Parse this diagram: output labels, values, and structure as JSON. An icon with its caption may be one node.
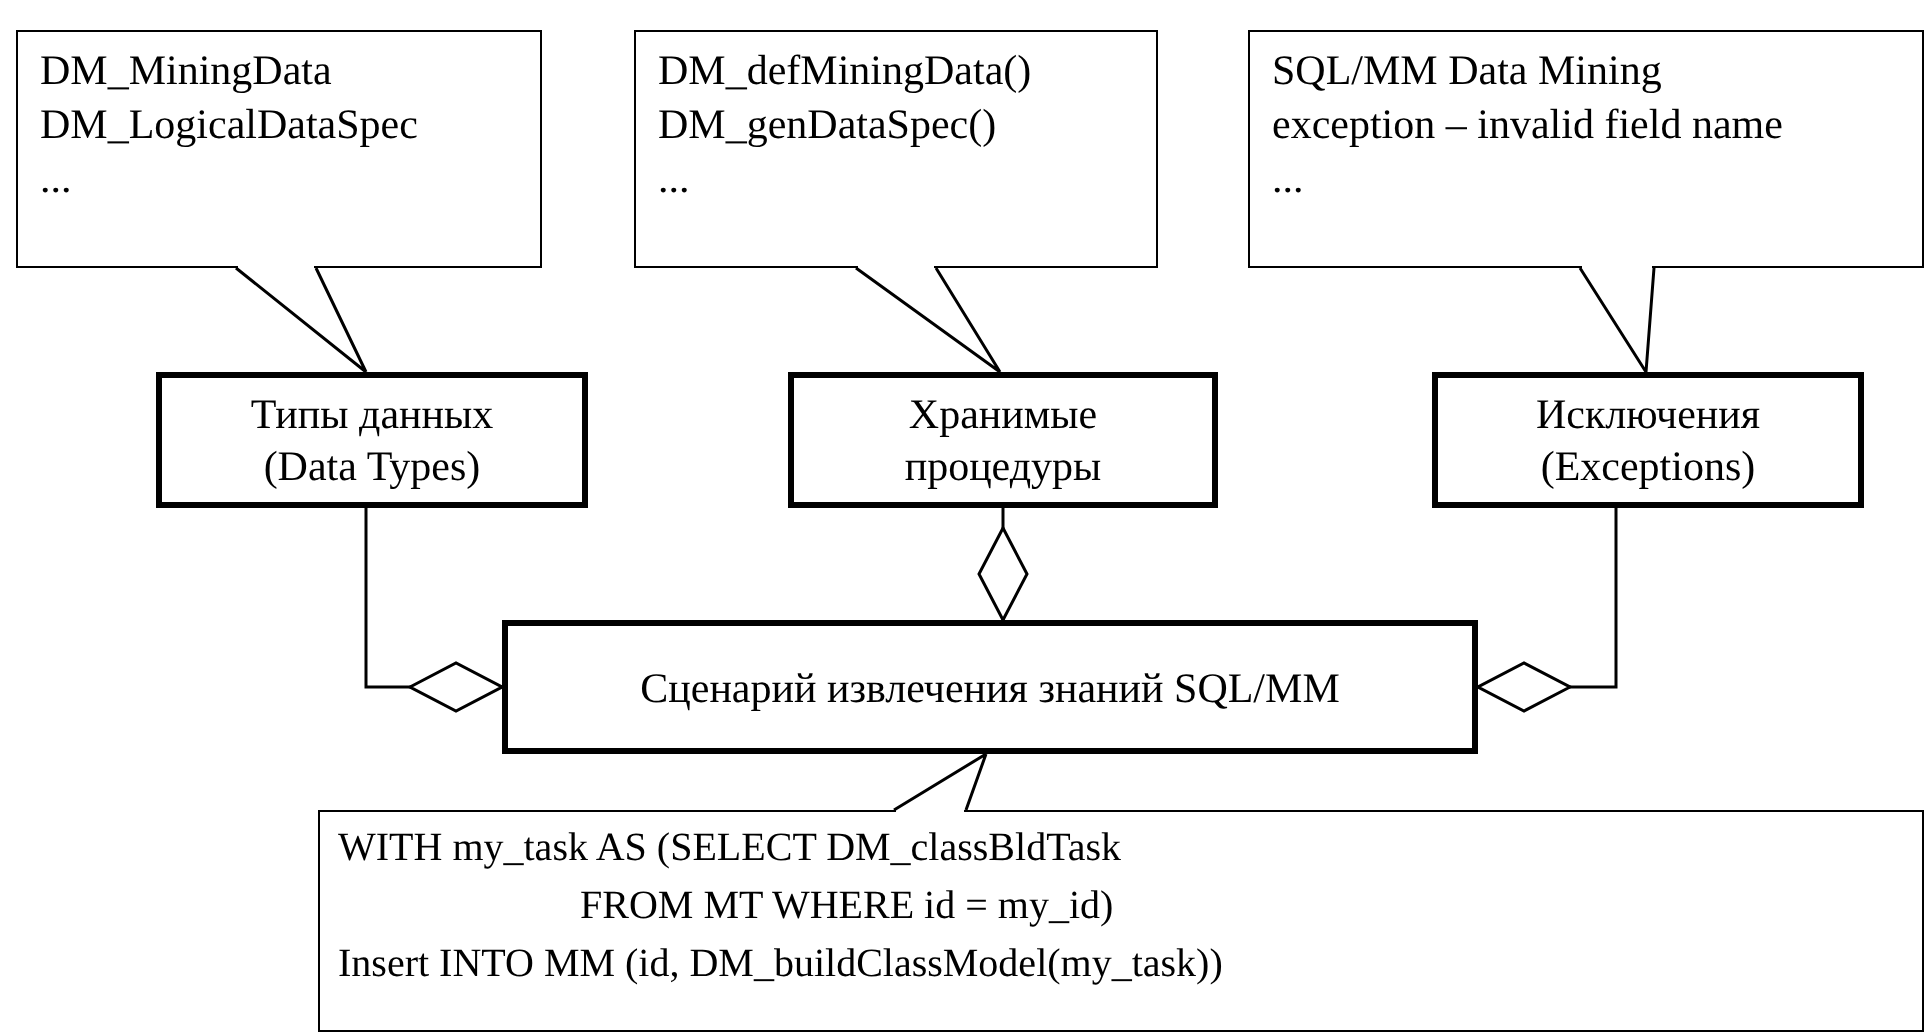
{
  "diagram": {
    "nodes": [
      {
        "text": [
          "DM_MiningData",
          "DM_LogicalDataSpec",
          "..."
        ]
      },
      {
        "text": [
          "DM_defMiningData()",
          "DM_genDataSpec()",
          "..."
        ]
      },
      {
        "text": [
          "SQL/MM Data Mining",
          "exception – invalid field name",
          "..."
        ]
      },
      {
        "text": [
          "Типы данных (Data Types)"
        ]
      },
      {
        "text": [
          "Хранимые процедуры"
        ]
      },
      {
        "text": [
          "Исключения (Exceptions)"
        ]
      },
      {
        "text": [
          "Сценарий извлечения знаний SQL/MM"
        ]
      },
      {
        "text": [
          "WITH my_task AS (SELECT DM_classBldTask",
          "FROM MT WHERE id = my_id)",
          "Insert INTO MM (id, DM_buildClassModel(my_task))"
        ]
      }
    ],
    "edges": [
      {
        "from": 0,
        "to": 3,
        "arrow": "none"
      },
      {
        "from": 1,
        "to": 4,
        "arrow": "none"
      },
      {
        "from": 2,
        "to": 5,
        "arrow": "none"
      },
      {
        "from": 3,
        "to": 6,
        "arrow": "other"
      },
      {
        "from": 4,
        "to": 6,
        "arrow": "other"
      },
      {
        "from": 5,
        "to": 6,
        "arrow": "other"
      },
      {
        "from": 7,
        "to": 6,
        "arrow": "none"
      }
    ]
  }
}
